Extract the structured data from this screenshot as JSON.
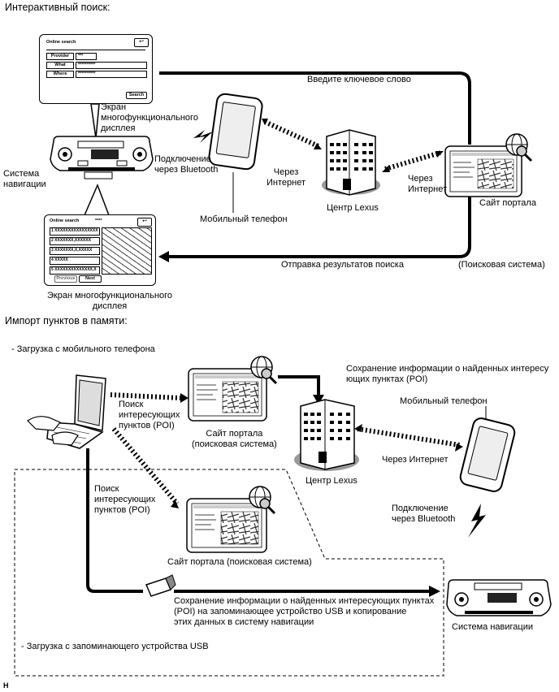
{
  "section1": {
    "title": "Интерактивный поиск:",
    "online_search_form": {
      "title": "Online search",
      "provider_label": "Provider",
      "provider_value": "***",
      "what_label": "What",
      "what_value": "**********",
      "where_label": "Where",
      "where_value": "**********",
      "search_button": "Search"
    },
    "results_screen": {
      "title": "Online search",
      "counter": "****",
      "items": [
        "1 XXXXXXXXXXXXXXXX",
        "2 XXXXXXX,XXXXXX",
        "3 XXXXXXX,X,XXXXX",
        "4 XXXXX",
        "5 XXXXXXXXXXXXXX,X"
      ],
      "previous": "Previous",
      "next": "Next"
    },
    "arrow_top_label": "Введите ключевое слово",
    "arrow_bottom_label": "Отправка результатов поиска",
    "multi_display_label_top": "Экран\nмногофункционального\nдисплея",
    "multi_display_label_bottom": "Экран многофункционального\nдисплея",
    "nav_system_label": "Система\nнавигации",
    "bluetooth_label": "Подключение\nчерез Bluetooth",
    "phone_label": "Мобильный телефон",
    "internet_label_1": "Через\nИнтернет",
    "lexus_center_label": "Центр Lexus",
    "internet_label_2": "Через\nИнтернет",
    "portal_label": "Сайт портала",
    "search_system_label": "(Поисковая система)"
  },
  "section2": {
    "title": "Импорт пунктов в памяти:",
    "phone_download_label": "- Загрузка с мобильного телефона",
    "poi_search_label_1": "Поиск\nинтересующих\nпунктов (POI)",
    "portal_label_1": "Сайт портала\n(поисковая система)",
    "save_poi_label": "Сохранение информации о найденных интересу\nющих пунктах (POI)",
    "phone_label": "Мобильный телефон",
    "lexus_center_label": "Центр Lexus",
    "internet_label": "Через Интернет",
    "poi_search_label_2": "Поиск\nинтересующих\nпунктов (POI)",
    "bluetooth_label": "Подключение\nчерез Bluetooth",
    "portal_label_2": "Сайт портала (поисковая система)",
    "usb_save_label": "Сохранение информации о найденных интересующих пунктах\n(POI) на запоминающее устройство USB и копирование\nэтих данных в систему навигации",
    "nav_system_label": "Система навигации",
    "usb_download_label": "- Загрузка с запоминающего устройства USB"
  },
  "figure_id": "H"
}
